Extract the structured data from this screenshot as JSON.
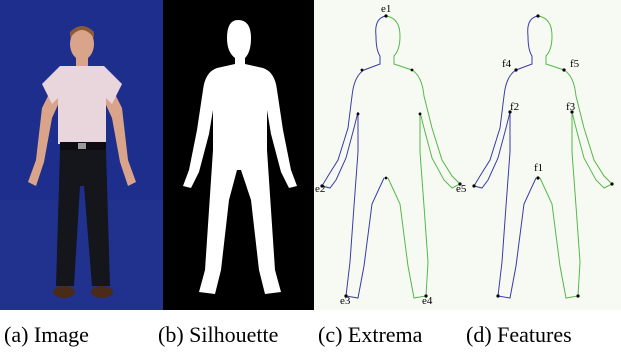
{
  "panels": [
    {
      "id": "a",
      "caption": "(a) Image"
    },
    {
      "id": "b",
      "caption": "(b) Silhouette"
    },
    {
      "id": "c",
      "caption": "(c) Extrema"
    },
    {
      "id": "d",
      "caption": "(d) Features"
    }
  ],
  "extrema_labels": {
    "e1": "e1",
    "e2": "e2",
    "e3": "e3",
    "e4": "e4",
    "e5": "e5"
  },
  "feature_labels": {
    "f1": "f1",
    "f2": "f2",
    "f3": "f3",
    "f4": "f4",
    "f5": "f5"
  },
  "colors": {
    "photo_background": "#1e2e8c",
    "silhouette_background": "#000000",
    "silhouette_fill": "#ffffff",
    "contour_left": "#3a3aa8",
    "contour_right": "#55b84a",
    "marker": "#000000",
    "shirt": "#e9d6dc",
    "pants": "#15151c",
    "skin": "#d9a48a"
  }
}
